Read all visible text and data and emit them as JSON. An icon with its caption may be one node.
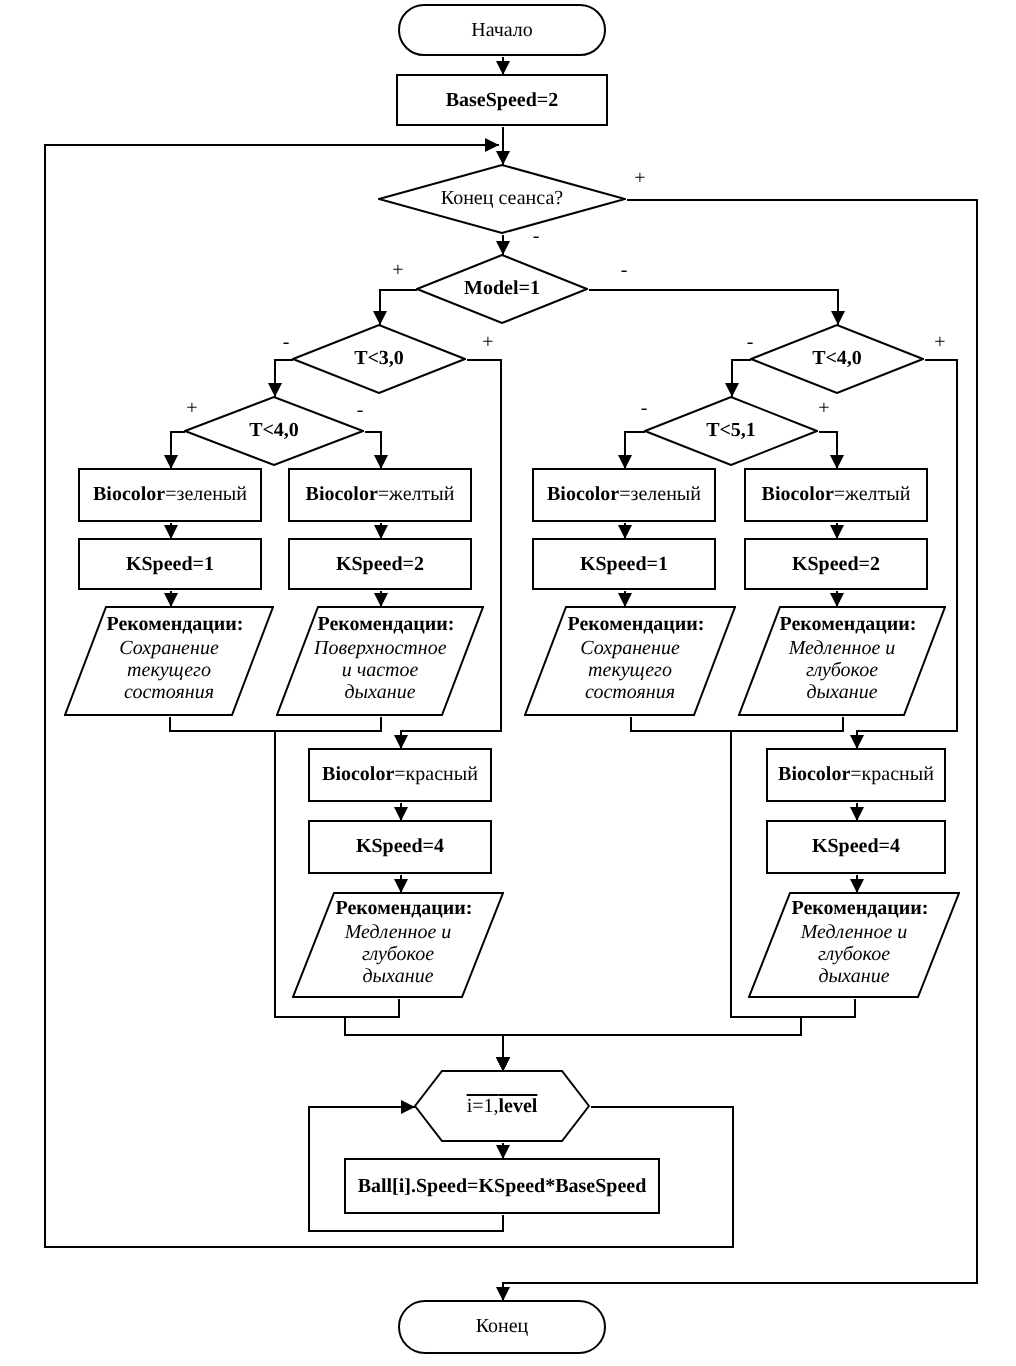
{
  "diagram": {
    "nodes": [
      {
        "text": [
          "Начало"
        ]
      },
      {
        "text": [
          "BaseSpeed=2"
        ]
      },
      {
        "text": [
          "Конец сеанса?"
        ]
      },
      {
        "text": [
          "Model=1"
        ]
      },
      {
        "text": [
          "T<3,0"
        ]
      },
      {
        "text": [
          "T<4,0"
        ]
      },
      {
        "text": [
          "**Biocolor**=зеленый"
        ]
      },
      {
        "text": [
          "**Biocolor**=желтый"
        ]
      },
      {
        "text": [
          "KSpeed=1"
        ]
      },
      {
        "text": [
          "KSpeed=2"
        ]
      },
      {
        "text": [
          "Рекомендации:",
          "Сохранение текущего состояния"
        ]
      },
      {
        "text": [
          "Рекомендации:",
          "Поверхностное и частое дыхание"
        ]
      },
      {
        "text": [
          "**Biocolor**=красный"
        ]
      },
      {
        "text": [
          "KSpeed=4"
        ]
      },
      {
        "text": [
          "Рекомендации:",
          "Медленное и глубокое дыхание"
        ]
      },
      {
        "text": [
          "T<4,0"
        ]
      },
      {
        "text": [
          "T<5,1"
        ]
      },
      {
        "text": [
          "**Biocolor**=зеленый"
        ]
      },
      {
        "text": [
          "**Biocolor**=желтый"
        ]
      },
      {
        "text": [
          "KSpeed=1"
        ]
      },
      {
        "text": [
          "KSpeed=2"
        ]
      },
      {
        "text": [
          "Рекомендации:",
          "Сохранение текущего состояния"
        ]
      },
      {
        "text": [
          "Рекомендации:",
          "Медленное и глубокое дыхание"
        ]
      },
      {
        "text": [
          "**Biocolor**=красный"
        ]
      },
      {
        "text": [
          "KSpeed=4"
        ]
      },
      {
        "text": [
          "Рекомендации:",
          "Медленное и глубокое дыхание"
        ]
      },
      {
        "text": [
          "i=1,**level**"
        ]
      },
      {
        "text": [
          "Ball[i].Speed=KSpeed*BaseSpeed"
        ]
      },
      {
        "text": [
          "Конец"
        ]
      }
    ],
    "edges": [
      {
        "from": 0,
        "to": 1,
        "arrow": "to"
      },
      {
        "from": 1,
        "to": 2,
        "arrow": "to"
      },
      {
        "from": 2,
        "to": 3,
        "arrow": "to",
        "label": "-"
      },
      {
        "from": 2,
        "to": 28,
        "arrow": "to",
        "label": "+"
      },
      {
        "from": 3,
        "to": 4,
        "arrow": "to",
        "label": "+"
      },
      {
        "from": 3,
        "to": 15,
        "arrow": "to",
        "label": "-"
      },
      {
        "from": 4,
        "to": 5,
        "arrow": "to",
        "label": "-"
      },
      {
        "from": 4,
        "to": 12,
        "arrow": "to",
        "label": "+"
      },
      {
        "from": 5,
        "to": 6,
        "arrow": "to",
        "label": "+"
      },
      {
        "from": 5,
        "to": 7,
        "arrow": "to",
        "label": "-"
      },
      {
        "from": 6,
        "to": 8,
        "arrow": "to"
      },
      {
        "from": 7,
        "to": 9,
        "arrow": "to"
      },
      {
        "from": 8,
        "to": 10,
        "arrow": "to"
      },
      {
        "from": 9,
        "to": 11,
        "arrow": "to"
      },
      {
        "from": 12,
        "to": 13,
        "arrow": "to"
      },
      {
        "from": 13,
        "to": 14,
        "arrow": "to"
      },
      {
        "from": 15,
        "to": 16,
        "arrow": "to",
        "label": "-"
      },
      {
        "from": 15,
        "to": 23,
        "arrow": "to",
        "label": "+"
      },
      {
        "from": 16,
        "to": 17,
        "arrow": "to",
        "label": "-"
      },
      {
        "from": 16,
        "to": 18,
        "arrow": "to",
        "label": "+"
      },
      {
        "from": 17,
        "to": 19,
        "arrow": "to"
      },
      {
        "from": 18,
        "to": 20,
        "arrow": "to"
      },
      {
        "from": 19,
        "to": 21,
        "arrow": "to"
      },
      {
        "from": 20,
        "to": 22,
        "arrow": "to"
      },
      {
        "from": 23,
        "to": 24,
        "arrow": "to"
      },
      {
        "from": 24,
        "to": 25,
        "arrow": "to"
      },
      {
        "from": 10,
        "to": 26,
        "arrow": "to"
      },
      {
        "from": 11,
        "to": 26,
        "arrow": "to"
      },
      {
        "from": 14,
        "to": 26,
        "arrow": "to"
      },
      {
        "from": 21,
        "to": 26,
        "arrow": "to"
      },
      {
        "from": 22,
        "to": 26,
        "arrow": "to"
      },
      {
        "from": 25,
        "to": 26,
        "arrow": "to"
      },
      {
        "from": 26,
        "to": 27,
        "arrow": "to"
      },
      {
        "from": 27,
        "to": 26,
        "arrow": "to"
      },
      {
        "from": 26,
        "to": 2,
        "arrow": "to"
      }
    ]
  }
}
